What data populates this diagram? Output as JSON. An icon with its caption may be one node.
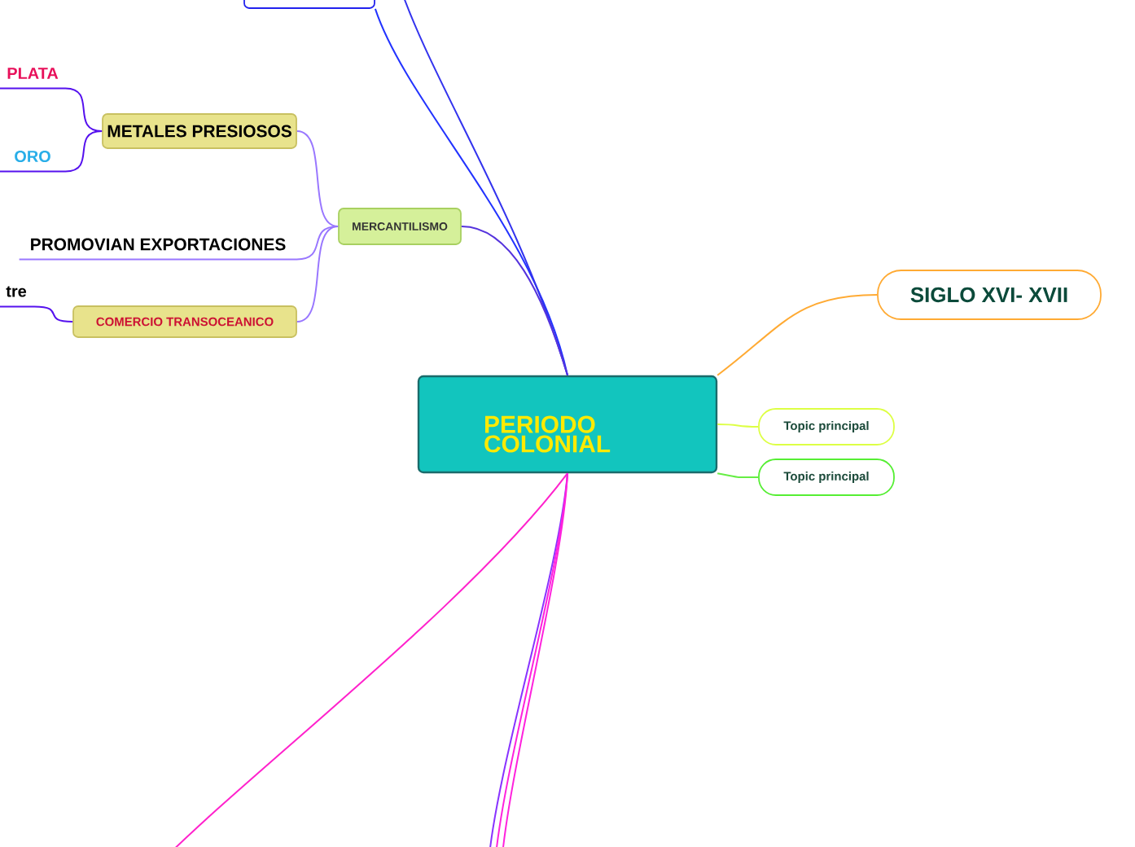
{
  "diagram": {
    "nodes": [
      {
        "text": [
          "PERIODO COLONIAL"
        ]
      },
      {
        "text": [],
        "shape": "box"
      },
      {
        "text": [
          "SIGLO XVI- XVII"
        ]
      },
      {
        "text": [
          "Topic principal"
        ]
      },
      {
        "text": [
          "Topic principal"
        ]
      },
      {
        "text": [
          "MERCANTILISMO"
        ]
      },
      {
        "text": [
          "METALES PRESIOSOS"
        ]
      },
      {
        "text": [
          "PLATA"
        ]
      },
      {
        "text": [
          "ORO"
        ]
      },
      {
        "text": [
          "PROMOVIAN EXPORTACIONES"
        ]
      },
      {
        "text": [
          "COMERCIO TRANSOCEANICO"
        ]
      },
      {
        "text": [
          "tre"
        ]
      }
    ],
    "edges": [
      {
        "from": 0,
        "to": 1,
        "arrow": "none",
        "color": "#2233ff"
      },
      {
        "from": 0,
        "to": null,
        "arrow": "none",
        "color": "#3333ee"
      },
      {
        "from": 0,
        "to": 5,
        "arrow": "none",
        "color": "#5533dd"
      },
      {
        "from": 0,
        "to": 2,
        "arrow": "none",
        "color": "#ffaa33"
      },
      {
        "from": 0,
        "to": 3,
        "arrow": "none",
        "color": "#ddff44"
      },
      {
        "from": 0,
        "to": 4,
        "arrow": "none",
        "color": "#66ee44"
      },
      {
        "from": 0,
        "to": null,
        "arrow": "none",
        "color": "#ff22cc"
      },
      {
        "from": 0,
        "to": null,
        "arrow": "none",
        "color": "#8833ff"
      },
      {
        "from": 0,
        "to": null,
        "arrow": "none",
        "color": "#ff22dd"
      },
      {
        "from": 0,
        "to": null,
        "arrow": "none",
        "color": "#ff22dd"
      },
      {
        "from": 5,
        "to": 6,
        "arrow": "none",
        "color": "#9977ff"
      },
      {
        "from": 5,
        "to": 9,
        "arrow": "none",
        "color": "#9977ff"
      },
      {
        "from": 5,
        "to": 10,
        "arrow": "none",
        "color": "#9977ff"
      },
      {
        "from": 6,
        "to": 7,
        "arrow": "none",
        "color": "#5511ee"
      },
      {
        "from": 6,
        "to": 8,
        "arrow": "none",
        "color": "#5511ee"
      },
      {
        "from": 10,
        "to": 11,
        "arrow": "none",
        "color": "#5511ee"
      }
    ]
  }
}
